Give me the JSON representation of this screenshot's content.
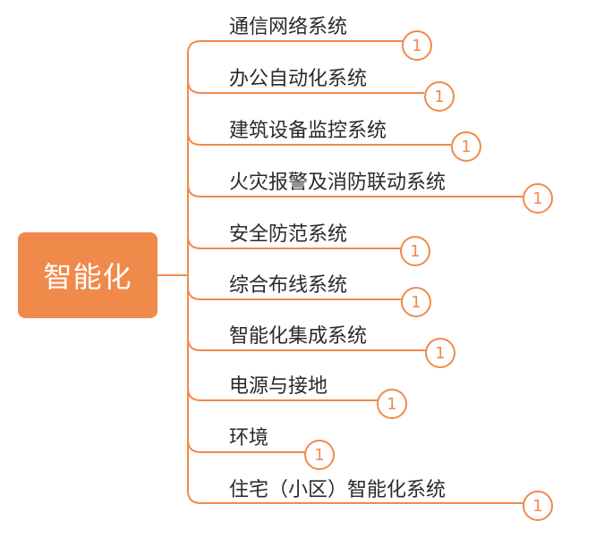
{
  "root": {
    "label": "智能化"
  },
  "branches": [
    {
      "label": "通信网络系统",
      "count": "1"
    },
    {
      "label": "办公自动化系统",
      "count": "1"
    },
    {
      "label": "建筑设备监控系统",
      "count": "1"
    },
    {
      "label": "火灾报警及消防联动系统",
      "count": "1"
    },
    {
      "label": "安全防范系统",
      "count": "1"
    },
    {
      "label": "综合布线系统",
      "count": "1"
    },
    {
      "label": "智能化集成系统",
      "count": "1"
    },
    {
      "label": "电源与接地",
      "count": "1"
    },
    {
      "label": "环境",
      "count": "1"
    },
    {
      "label": "住宅（小区）智能化系统",
      "count": "1"
    }
  ],
  "colors": {
    "accent": "#f08a4b",
    "text": "#2a2a2a",
    "background": "#ffffff"
  }
}
